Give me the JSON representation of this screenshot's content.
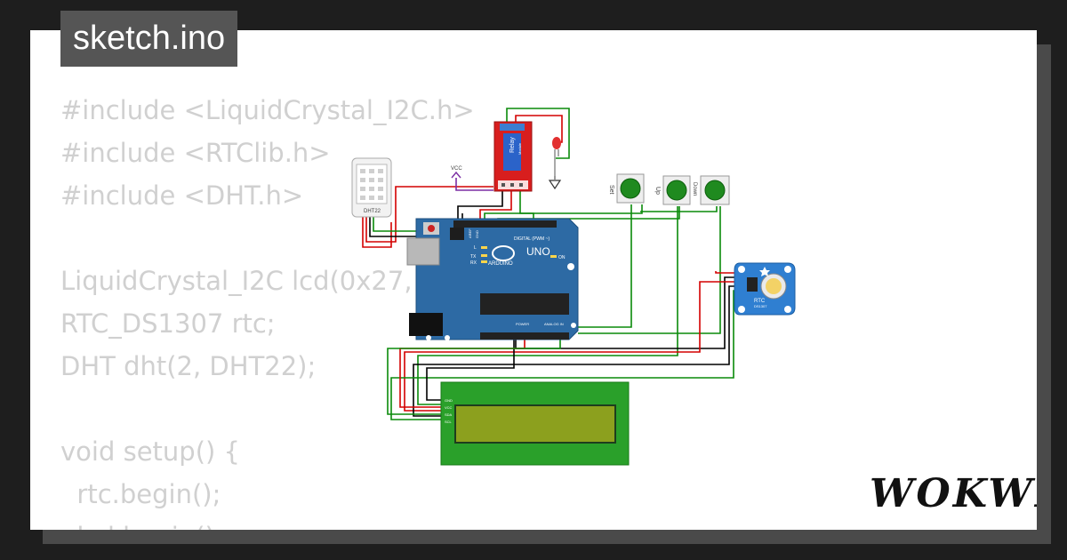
{
  "page": {
    "title": "sketch.ino",
    "brand": "WOKWI"
  },
  "code_lines": [
    "#include <LiquidCrystal_I2C.h>",
    "#include <RTClib.h>",
    "#include <DHT.h>",
    "",
    "LiquidCrystal_I2C lcd(0x27,",
    "RTC_DS1307 rtc;",
    "DHT dht(2, DHT22);",
    "",
    "void setup() {",
    "  rtc.begin();",
    "  lcd.begin();"
  ],
  "circuit": {
    "dht_label": "DHT22",
    "vcc_label": "VCC",
    "relay_label": "Relay",
    "relay_sub": "Module",
    "arduino_brand": "ARDUINO",
    "arduino_model": "UNO",
    "digital_label": "DIGITAL (PWM ~)",
    "power_label": "POWER",
    "analog_label": "ANALOG IN",
    "aref_label": "AREF",
    "gnd_label": "GND",
    "on_label": "ON",
    "l_label": "L",
    "tx_label": "TX",
    "rx_label": "RX",
    "button_labels": [
      "Set",
      "Up",
      "Down"
    ],
    "rtc_label": "RTC",
    "rtc_chip": "DS1307",
    "lcd_pins": [
      "GND",
      "VCC",
      "SDA",
      "SCL"
    ]
  },
  "colors": {
    "wire_red": "#d40000",
    "wire_black": "#000000",
    "wire_green": "#0a8a0a",
    "board": "#2d6aa4",
    "lcd": "#2aa02a"
  }
}
